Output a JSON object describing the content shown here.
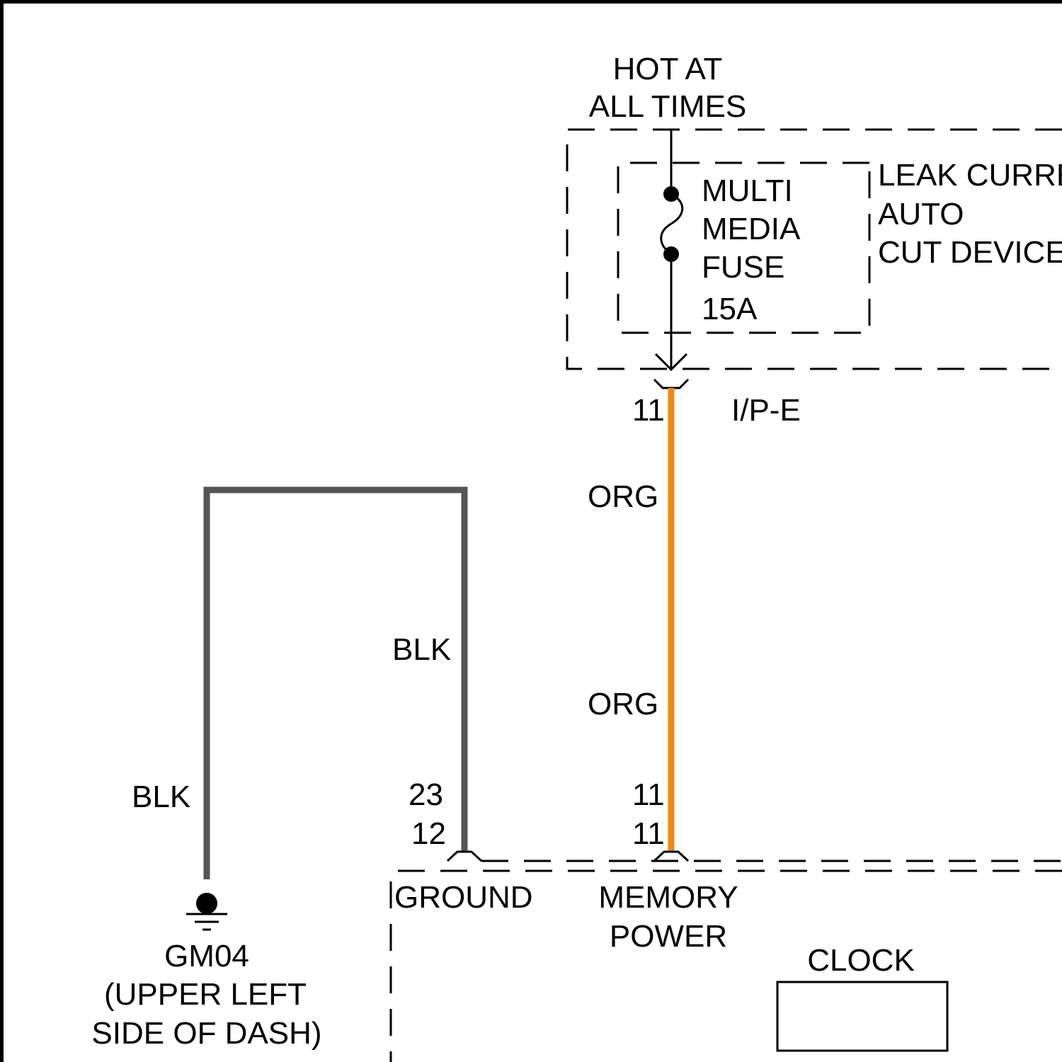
{
  "power_source": {
    "line1": "HOT AT",
    "line2": "ALL TIMES"
  },
  "fuse": {
    "line1": "MULTI",
    "line2": "MEDIA",
    "line3": "FUSE",
    "rating": "15A"
  },
  "leak_device": {
    "line1": "LEAK CURRENT",
    "line2": "AUTO",
    "line3": "CUT DEVICE"
  },
  "connector_ip_e": {
    "pin": "11",
    "name": "I/P-E"
  },
  "wires": {
    "org_label_1": "ORG",
    "org_label_2": "ORG",
    "blk_label_ground": "BLK",
    "blk_label_loop": "BLK",
    "org_color": "#ee8a14",
    "blk_color": "#555555"
  },
  "clock_connector": {
    "ground_pin_top": "23",
    "ground_pin_bottom": "12",
    "memory_pin_top": "11",
    "memory_pin_bottom": "11",
    "ground_label": "GROUND",
    "memory_label_1": "MEMORY",
    "memory_label_2": "POWER"
  },
  "ground_point": {
    "id": "GM04",
    "location_1": "(UPPER LEFT",
    "location_2": "SIDE OF DASH)"
  },
  "clock": {
    "label": "CLOCK"
  }
}
